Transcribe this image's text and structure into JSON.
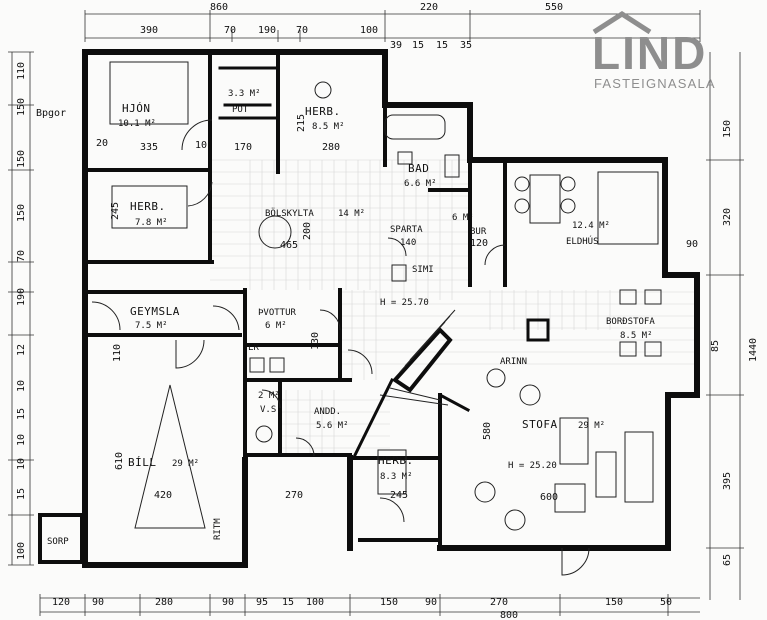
{
  "brand": {
    "name": "LIND",
    "tagline": "FASTEIGNASALA",
    "color": "#8e8e8e"
  },
  "rooms": {
    "hjon": {
      "name": "HJÓN",
      "area": "10.1 M²"
    },
    "herb1": {
      "name": "HERB.",
      "area": "8.5 M²"
    },
    "herb2": {
      "name": "HERB.",
      "area": "7.8 M²"
    },
    "herb3": {
      "name": "HERB.",
      "area": "8.3 M²"
    },
    "pot": {
      "name": "PÖT",
      "area": "3.3 M²"
    },
    "bad": {
      "name": "BAD",
      "area": "6.6 M²"
    },
    "bolskylta": {
      "name": "BÖLSKYLTA",
      "area": "14 M²"
    },
    "sparta": {
      "name": "SPARTA",
      "area": "140"
    },
    "bur": {
      "name": "BUR",
      "area": "6 M²"
    },
    "eldhus": {
      "name": "ELDHÚS",
      "area": "12.4 M²"
    },
    "geymsla": {
      "name": "GEYMSLA",
      "area": "7.5 M²"
    },
    "pvottur": {
      "name": "ÞVOTTUR",
      "area": "6 M²"
    },
    "borostofa": {
      "name": "BORÐSTOFA",
      "area": "8.5 M²"
    },
    "bill": {
      "name": "BÍLL",
      "area": "29 M²"
    },
    "wc": {
      "name": "V.S.",
      "area": "2 M²"
    },
    "andd": {
      "name": "ANDD.",
      "area": "5.6 M²"
    },
    "stofa": {
      "name": "STOFA",
      "area": "29 M²"
    },
    "arinn": {
      "name": "ARINN"
    },
    "sorp": {
      "name": "SORP"
    }
  },
  "heights": {
    "h1": "H = 25.70",
    "h2": "H = 25.20"
  },
  "notes": {
    "bpgor": "Bpgor",
    "simi": "SIMI",
    "lr": "LR",
    "ritm": "RITM"
  },
  "dims_top": [
    "860",
    "390",
    "70",
    "190",
    "70",
    "100",
    "220",
    "550"
  ],
  "dims_top2": [
    "39",
    "15",
    "15",
    "35"
  ],
  "dims_bottom": [
    "120",
    "90",
    "280",
    "90",
    "95",
    "15",
    "100",
    "150",
    "90",
    "270",
    "150",
    "50"
  ],
  "dims_bottom2": [
    "800"
  ],
  "dims_left": [
    "110",
    "150",
    "150",
    "150",
    "70",
    "190",
    "12",
    "10",
    "15",
    "10",
    "10",
    "15",
    "100"
  ],
  "dims_right": [
    "150",
    "320",
    "90",
    "85",
    "1440",
    "395",
    "65"
  ],
  "interior": {
    "d335": "335",
    "d280": "280",
    "d465": "465",
    "d420": "420",
    "d245": "245",
    "d580": "580",
    "d610": "610",
    "d600": "600",
    "d270": "270",
    "d215": "215",
    "d20": "20",
    "d10": "10",
    "d200": "200",
    "d170": "170",
    "d120": "120",
    "d110": "110",
    "d245b": "245",
    "d130": "130"
  }
}
